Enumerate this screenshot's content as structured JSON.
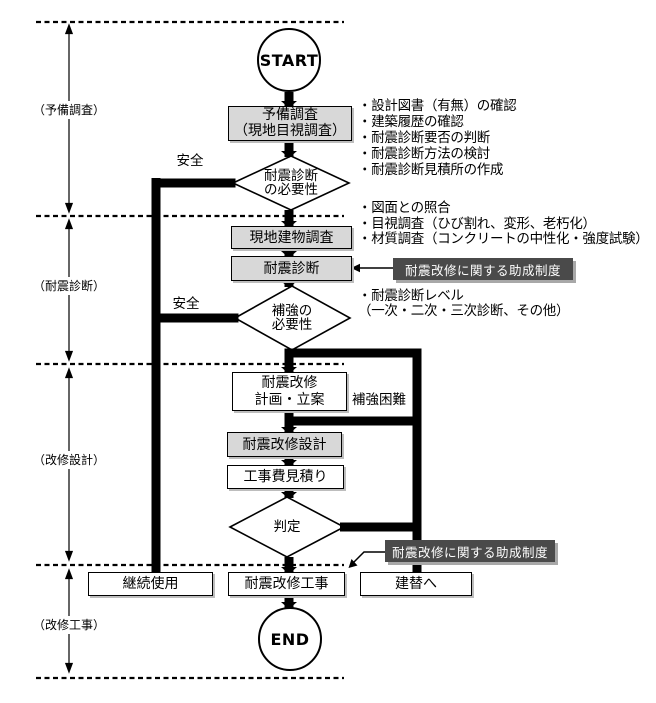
{
  "sections": [
    {
      "label": "（予備調査）"
    },
    {
      "label": "（耐震診断）"
    },
    {
      "label": "（改修設計）"
    },
    {
      "label": "（改修工事）"
    }
  ],
  "flow": {
    "start": "START",
    "end": "END",
    "boxes": {
      "preliminary": {
        "line1": "予備調査",
        "line2": "（現地目視調査）"
      },
      "site_survey": "現地建物調査",
      "diagnosis": "耐震診断",
      "plan": {
        "line1": "耐震改修",
        "line2": "計画・立案"
      },
      "design": "耐震改修設計",
      "estimate": "工事費見積り",
      "continue_use": "継続使用",
      "retrofit_work": "耐震改修工事",
      "rebuild": "建替へ"
    },
    "decisions": {
      "need_diagnosis": {
        "line1": "耐震診断",
        "line2": "の必要性"
      },
      "need_reinforce": {
        "line1": "補強の",
        "line2": "必要性"
      },
      "judgement": "判定"
    },
    "branch_labels": {
      "safe_1": "安全",
      "safe_2": "安全",
      "reinforce_difficult": "補強困難"
    },
    "subsidy_note_1": "耐震改修に関する助成制度",
    "subsidy_note_2": "耐震改修に関する助成制度"
  },
  "annotations": {
    "preliminary": [
      "・設計図書（有無）の確認",
      "・建築履歴の確認",
      "・耐震診断要否の判断",
      "・耐震診断方法の検討",
      "・耐震診断見積所の作成"
    ],
    "survey": [
      "・図面との照合",
      "・目視調査（ひび割れ、変形、老朽化）",
      "・材質調査（コンクリートの中性化・強度試験）"
    ],
    "diagnosis_level": [
      "・耐震診断レベル",
      "（一次・二次・三次診断、その他）"
    ]
  },
  "colors": {
    "box_gray": "#d8d8d8",
    "box_white": "#ffffff",
    "note_dark": "#4a4a4a",
    "line_black": "#000000"
  }
}
